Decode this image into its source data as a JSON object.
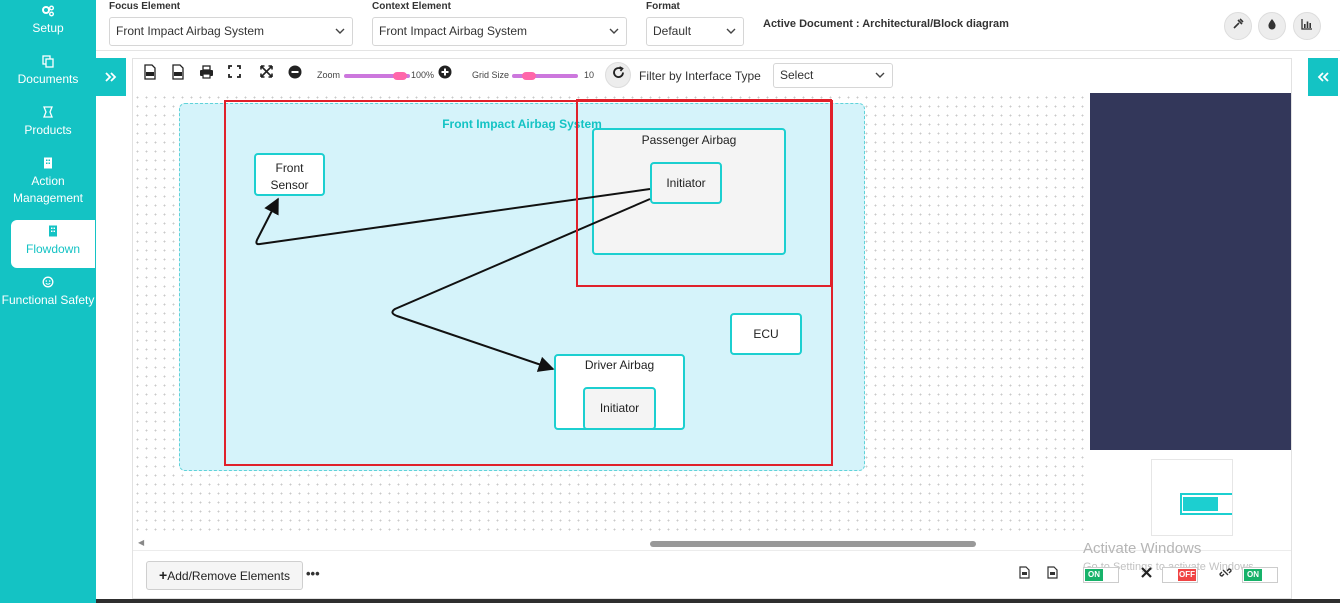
{
  "sidebar": {
    "items": [
      {
        "label": "Setup",
        "icon": "gears-icon"
      },
      {
        "label": "Documents",
        "icon": "copy-icon"
      },
      {
        "label": "Products",
        "icon": "product-icon"
      },
      {
        "label": "Action Management",
        "icon": "building-icon"
      },
      {
        "label": "Flowdown",
        "icon": "building-icon",
        "active": true
      },
      {
        "label": "Functional Safety",
        "icon": "smile-icon"
      }
    ]
  },
  "header": {
    "focus_label": "Focus Element",
    "focus_value": "Front Impact Airbag System",
    "context_label": "Context Element",
    "context_value": "Front Impact Airbag System",
    "format_label": "Format",
    "format_value": "Default",
    "active_document": "Active Document : Architectural/Block diagram"
  },
  "toolbar": {
    "zoom_label": "Zoom",
    "zoom_value": "100%",
    "zoom_fraction": 0.95,
    "grid_label": "Grid Size",
    "grid_value": "10",
    "grid_fraction": 0.2,
    "filter_label": "Filter by Interface Type",
    "filter_value": "Select"
  },
  "diagram": {
    "system_title": "Front Impact Airbag System",
    "front_sensor": "Front Sensor",
    "passenger_airbag": "Passenger Airbag",
    "passenger_initiator": "Initiator",
    "ecu": "ECU",
    "driver_airbag": "Driver Airbag",
    "driver_initiator": "Initiator"
  },
  "bottom": {
    "add_remove_label": "Add/Remove Elements",
    "switch1": "ON",
    "switch2": "OFF",
    "switch3": "ON"
  },
  "watermark": {
    "title": "Activate Windows",
    "subtitle": "Go to Settings to activate Windows."
  },
  "colors": {
    "accent": "#14c3c4",
    "selection": "#e0202a",
    "system_fill": "#d5f3fa",
    "on_green": "#17b26a",
    "off_red": "#f04444"
  }
}
